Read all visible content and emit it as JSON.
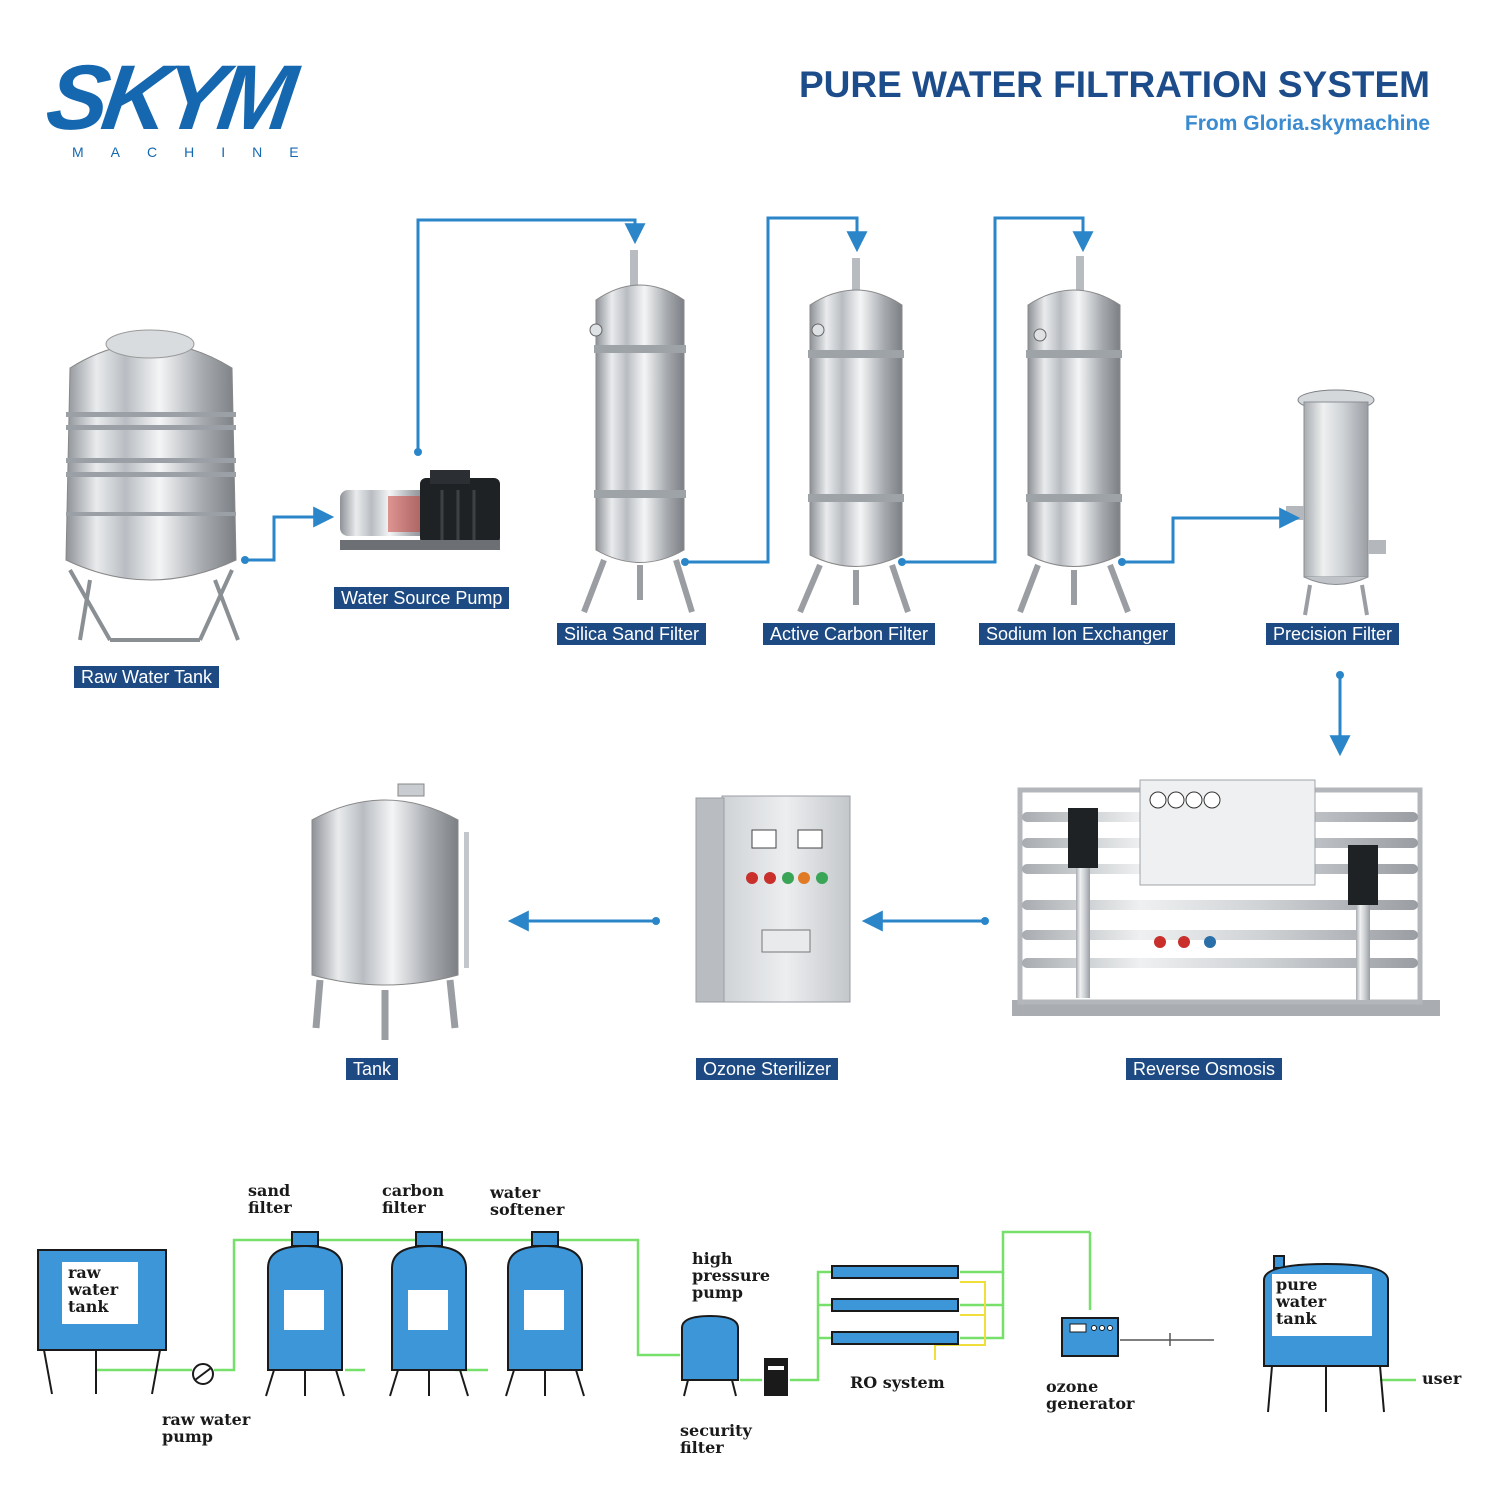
{
  "brand": {
    "logo_word": "SKYM",
    "logo_sub": "MACHINE",
    "color": "#1568b0"
  },
  "header": {
    "title": "PURE WATER FILTRATION SYSTEM",
    "subtitle": "From Gloria.skymachine"
  },
  "process": {
    "raw_water_tank": "Raw Water Tank",
    "water_source_pump": "Water Source Pump",
    "silica_sand_filter": "Silica Sand Filter",
    "active_carbon_filter": "Active Carbon Filter",
    "sodium_ion_exchanger": "Sodium Ion Exchanger",
    "precision_filter": "Precision Filter",
    "reverse_osmosis": "Reverse Osmosis",
    "ozone_sterilizer": "Ozone Sterilizer",
    "tank": "Tank",
    "label_bg": "#1d4a82",
    "arrow_color": "#2a86c8"
  },
  "schematic": {
    "raw_water_tank": [
      "raw",
      "water",
      "tank"
    ],
    "raw_water_pump": [
      "raw water",
      "pump"
    ],
    "sand_filter": [
      "sand",
      "filter"
    ],
    "carbon_filter": [
      "carbon",
      "filter"
    ],
    "water_softener": [
      "water",
      "softener"
    ],
    "high_pressure_pump": [
      "high",
      "pressure",
      "pump"
    ],
    "security_filter": [
      "security",
      "filter"
    ],
    "ro_system": "RO system",
    "ozone_generator": [
      "ozone",
      "generator"
    ],
    "pure_water_tank": [
      "pure",
      "water",
      "tank"
    ],
    "user": "user",
    "vessel_color": "#3d96d8",
    "pipe_color": "#76e06a"
  }
}
